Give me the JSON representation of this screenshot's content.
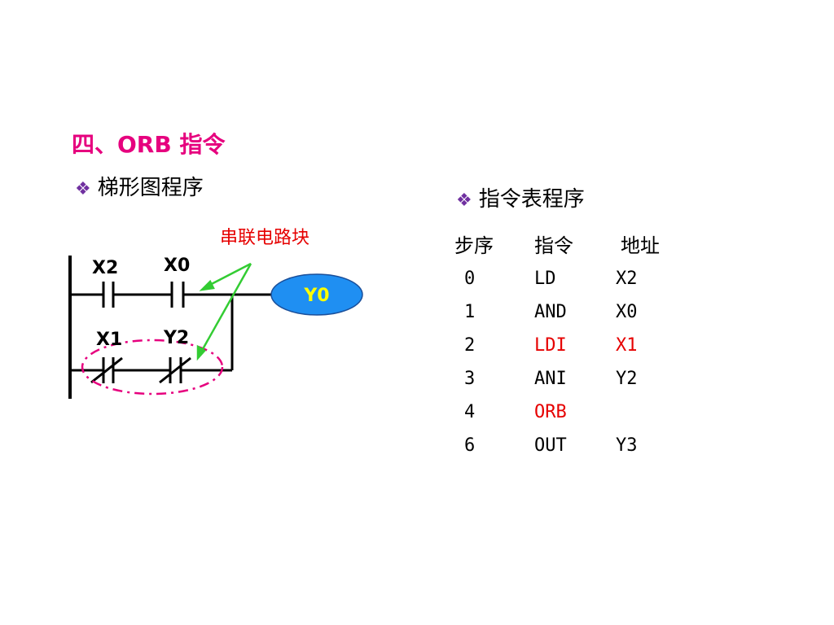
{
  "title": "四、ORB 指令",
  "ladder_heading": "梯形图程序",
  "table_heading": "指令表程序",
  "callout": "串联电路块",
  "bullet_icon": "diamond-bullet-icon",
  "colors": {
    "title": "#e6007e",
    "callout": "#e60000",
    "coil_fill": "#1f8ff2",
    "coil_text": "#ffff00",
    "arrow": "#33cc33",
    "highlight": "#e60000",
    "bullet": "#7030a0"
  },
  "ladder": {
    "contacts": [
      {
        "label": "X2",
        "type": "NO"
      },
      {
        "label": "X0",
        "type": "NO"
      },
      {
        "label": "X1",
        "type": "NC"
      },
      {
        "label": "Y2",
        "type": "NC"
      }
    ],
    "coil": "Y0"
  },
  "instruction_table": {
    "headers": [
      "步序",
      "指令",
      "地址"
    ],
    "rows": [
      {
        "step": "0",
        "op": "LD",
        "addr": "X2",
        "highlight": false
      },
      {
        "step": "1",
        "op": "AND",
        "addr": "X0",
        "highlight": false
      },
      {
        "step": "2",
        "op": "LDI",
        "addr": "X1",
        "highlight": true
      },
      {
        "step": "3",
        "op": "ANI",
        "addr": "Y2",
        "highlight": false
      },
      {
        "step": "4",
        "op": "ORB",
        "addr": "",
        "highlight": true
      },
      {
        "step": "6",
        "op": "OUT",
        "addr": "Y3",
        "highlight": false
      }
    ]
  }
}
